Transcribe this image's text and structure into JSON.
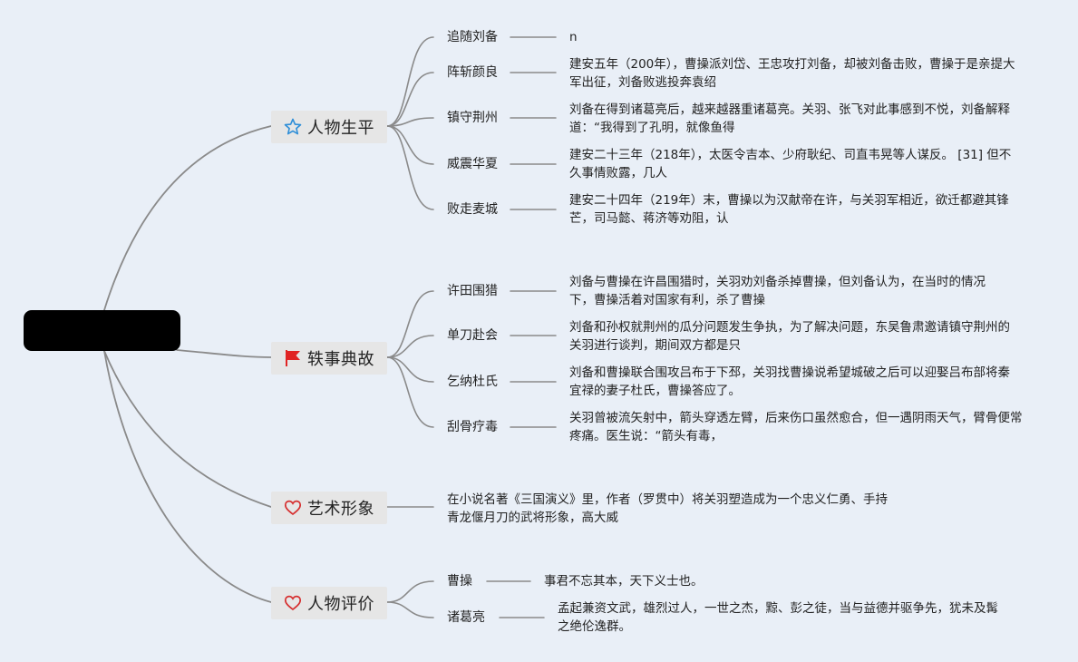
{
  "root": {
    "label": ""
  },
  "topics": [
    {
      "label": "人物生平",
      "icon": "star-icon",
      "children": [
        {
          "label": "追随刘备",
          "note": "n"
        },
        {
          "label": "阵斩颜良",
          "note": "建安五年（200年），曹操派刘岱、王忠攻打刘备，却被刘备击败，曹操于是亲提大军出征，刘备败逃投奔袁绍"
        },
        {
          "label": "镇守荆州",
          "note": "刘备在得到诸葛亮后，越来越器重诸葛亮。关羽、张飞对此事感到不悦，刘备解释道：“我得到了孔明，就像鱼得"
        },
        {
          "label": "威震华夏",
          "note": "建安二十三年（218年），太医令吉本、少府耿纪、司直韦晃等人谋反。 [31] 但不久事情败露，几人"
        },
        {
          "label": "败走麦城",
          "note": "建安二十四年（219年）末，曹操以为汉献帝在许，与关羽军相近，欲迁都避其锋芒，司马懿、蒋济等劝阻，认"
        }
      ]
    },
    {
      "label": "轶事典故",
      "icon": "flag-icon",
      "children": [
        {
          "label": "许田围猎",
          "note": "刘备与曹操在许昌围猎时，关羽劝刘备杀掉曹操，但刘备认为，在当时的情况下，曹操活着对国家有利，杀了曹操"
        },
        {
          "label": "单刀赴会",
          "note": "刘备和孙权就荆州的瓜分问题发生争执，为了解决问题，东吴鲁肃邀请镇守荆州的关羽进行谈判，期间双方都是只"
        },
        {
          "label": "乞纳杜氏",
          "note": "刘备和曹操联合围攻吕布于下邳，关羽找曹操说希望城破之后可以迎娶吕布部将秦宜禄的妻子杜氏，曹操答应了。"
        },
        {
          "label": "刮骨疗毒",
          "note": "关羽曾被流矢射中，箭头穿透左臂，后来伤口虽然愈合，但一遇阴雨天气，臂骨便常疼痛。医生说：“箭头有毒，"
        }
      ]
    },
    {
      "label": "艺术形象",
      "icon": "heart-icon",
      "note": "在小说名著《三国演义》里，作者（罗贯中）将关羽塑造成为一个忠义仁勇、手持青龙偃月刀的武将形象，高大威"
    },
    {
      "label": "人物评价",
      "icon": "heart-icon",
      "children": [
        {
          "label": "曹操",
          "note": "事君不忘其本，天下义士也。"
        },
        {
          "label": "诸葛亮",
          "note": "孟起兼资文武，雄烈过人，一世之杰，黥、彭之徒，当与益德并驱争先，犹未及髯之绝伦逸群。"
        }
      ]
    }
  ],
  "colors": {
    "background": "#e9eff7",
    "line": "#8a8a8a",
    "topic_bg": "#e6e6e6",
    "star": "#2f8fd8",
    "flag": "#e02424",
    "heart": "#d62f2f"
  }
}
